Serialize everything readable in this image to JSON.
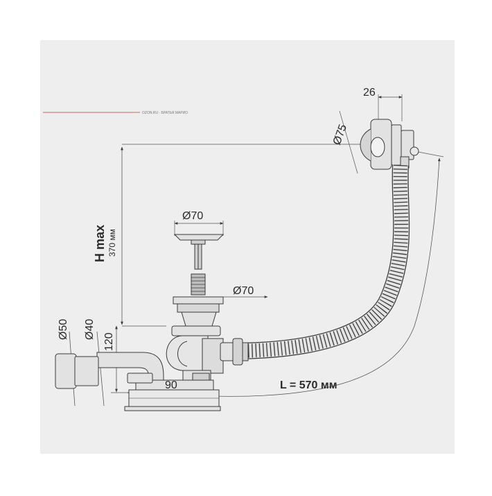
{
  "watermark": "OZON.RU · БРАТЬЯ МАРИО",
  "dimensions": {
    "d_overflow": "Ø75",
    "w_overflow": "26",
    "d_plug": "Ø70",
    "d_body": "Ø70",
    "h_max_title": "H max",
    "h_max_value": "370 мм",
    "d_outlet_outer": "Ø50",
    "d_outlet_inner": "Ø40",
    "h_outlet": "120",
    "w_base": "90",
    "length": "L = 570 мм"
  },
  "colors": {
    "panel": "#eeeeee",
    "line": "#3a3a3a",
    "fill": "#e2e2e2",
    "accent": "#c0392b"
  }
}
